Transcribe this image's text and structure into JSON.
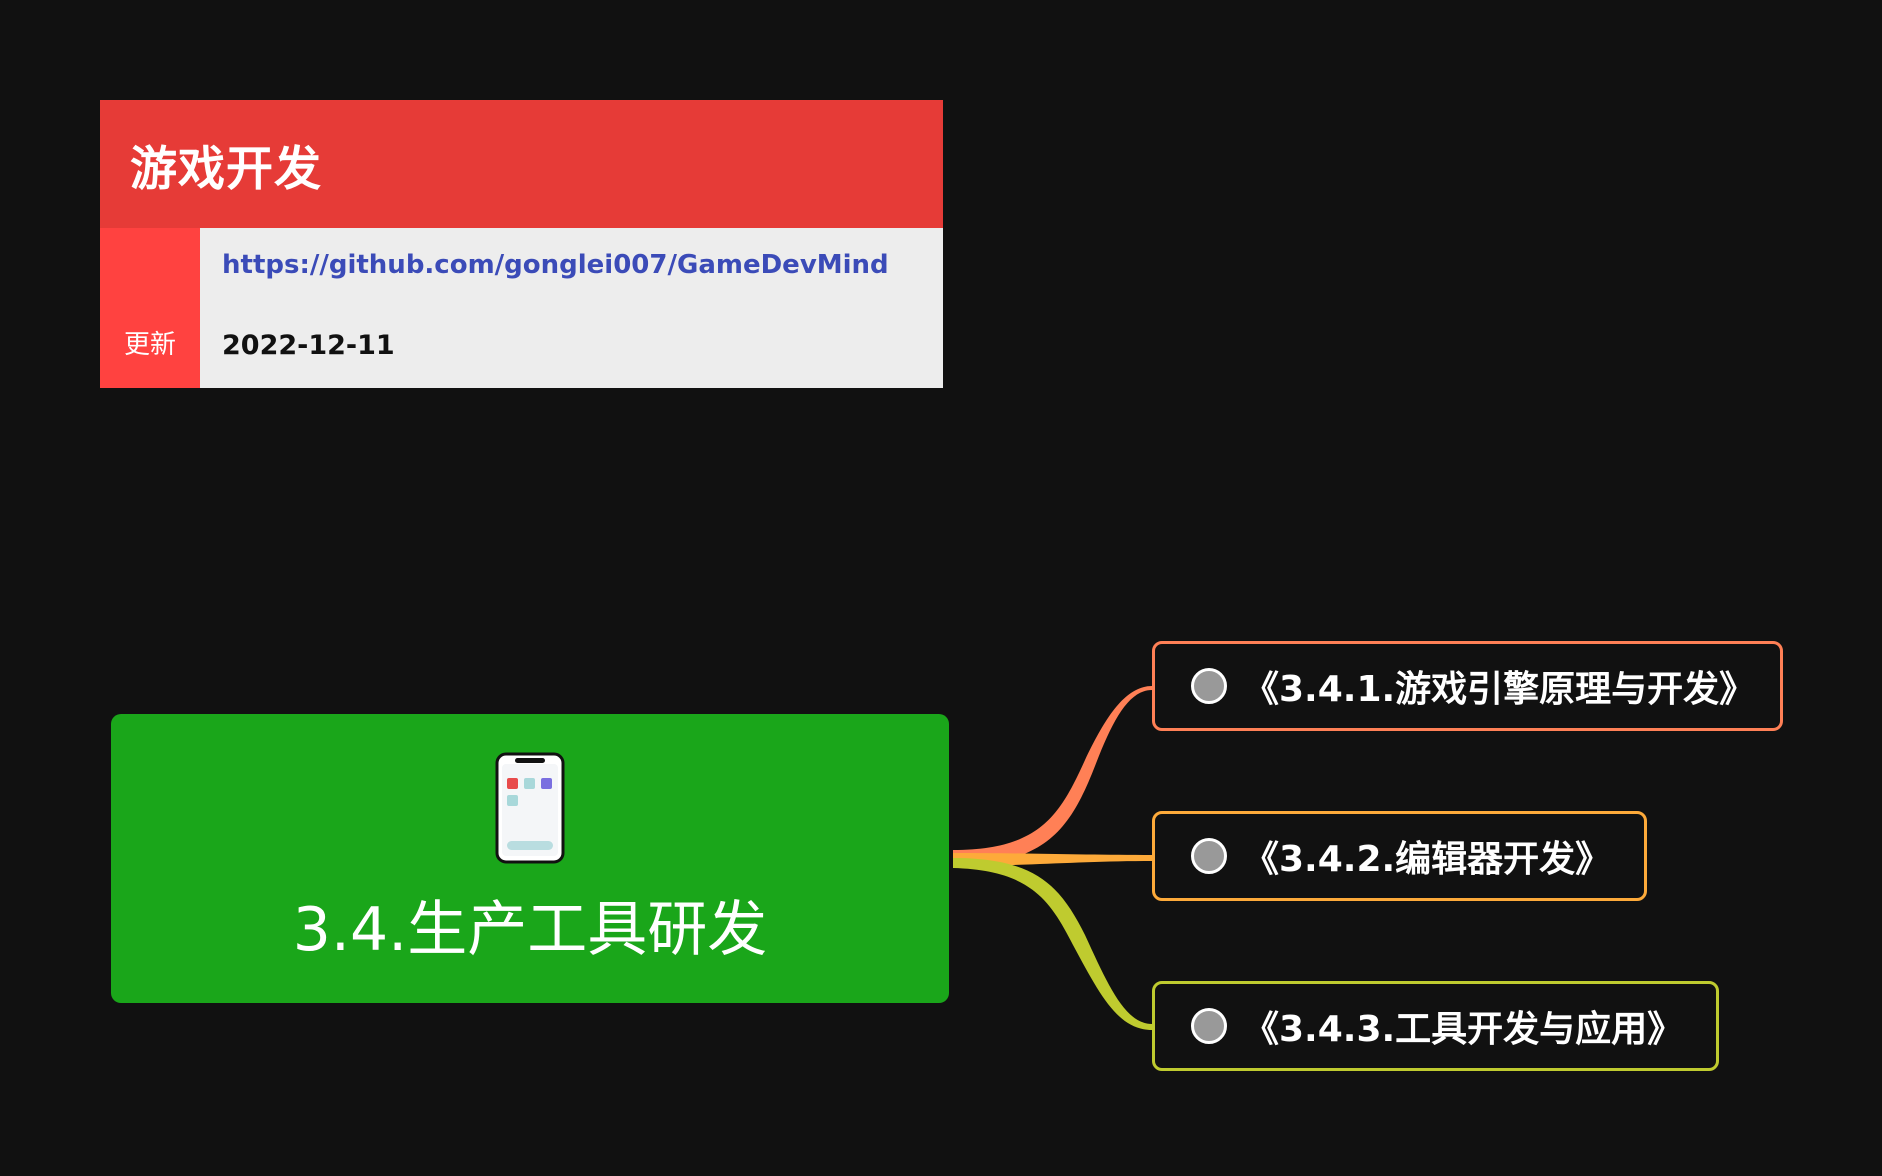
{
  "info_card": {
    "title": "游戏开发",
    "link": "https://github.com/gonglei007/GameDevMind",
    "side_label": "更新",
    "date": "2022-12-11"
  },
  "central": {
    "title": "3.4.生产工具研发",
    "icon": "smartphone-app-icon"
  },
  "branches": [
    {
      "label": "《3.4.1.游戏引擎原理与开发》",
      "color": "#FF8056",
      "icon": "circle-marker-icon"
    },
    {
      "label": "《3.4.2.编辑器开发》",
      "color": "#FDAA3A",
      "icon": "circle-marker-icon"
    },
    {
      "label": "《3.4.3.工具开发与应用》",
      "color": "#BFCB2F",
      "icon": "circle-marker-icon"
    }
  ],
  "colors": {
    "background": "#111111",
    "header_red": "#E63B37",
    "side_red": "#FF4240",
    "central_green": "#1AA61A",
    "link_blue": "#3B4BB8"
  }
}
